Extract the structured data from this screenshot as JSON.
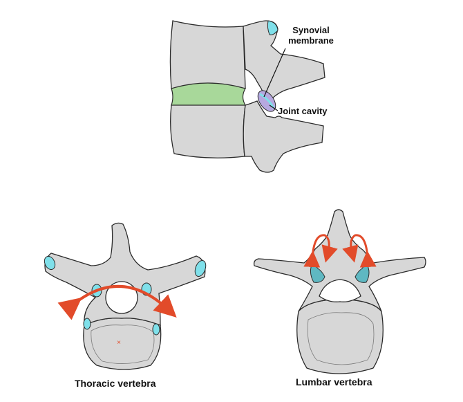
{
  "labels": {
    "synovial_line1": "Synovial",
    "synovial_line2": "membrane",
    "joint_cavity": "Joint cavity",
    "thoracic": "Thoracic vertebra",
    "lumbar": "Lumbar vertebra"
  },
  "colors": {
    "bone": "#d7d7d7",
    "bone_stroke": "#2a2a2a",
    "disc": "#a8d89a",
    "cartilage": "#7fe0ea",
    "synovial": "#b7a8e0",
    "arrow": "#e24b2a"
  }
}
